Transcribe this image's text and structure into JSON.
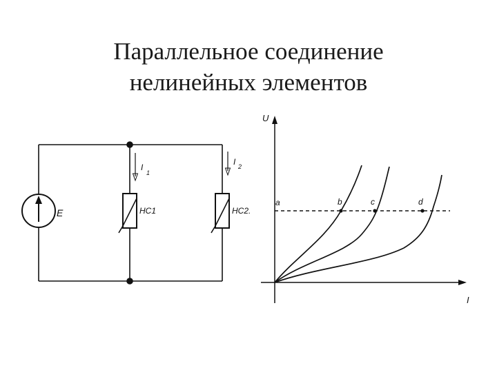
{
  "slide": {
    "title_line1": "Параллельное соединение",
    "title_line2": "нелинейных элементов"
  },
  "circuit": {
    "source_label": "E",
    "current1_label": "I",
    "current1_sub": "1",
    "current2_label": "I",
    "current2_sub": "2",
    "element1_label": "НС1",
    "element2_label": "НС2."
  },
  "graph": {
    "y_axis_label": "U",
    "x_axis_label": "I",
    "point_labels": [
      "a",
      "b",
      "c",
      "d"
    ]
  },
  "colors": {
    "line": "#111111",
    "background": "#ffffff"
  }
}
